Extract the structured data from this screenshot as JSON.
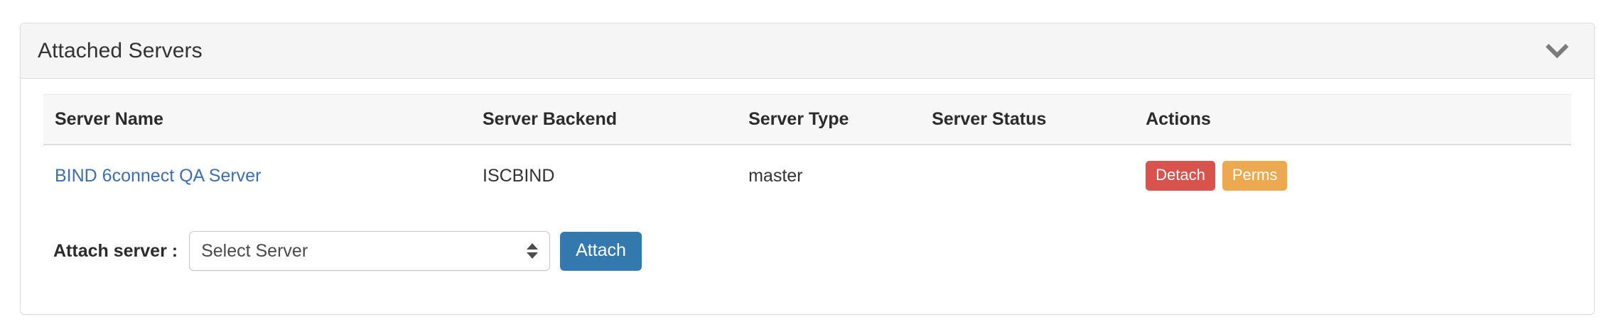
{
  "panel": {
    "title": "Attached Servers",
    "toggle_icon": "chevron-down-icon"
  },
  "table": {
    "columns": [
      "Server Name",
      "Server Backend",
      "Server Type",
      "Server Status",
      "Actions"
    ],
    "rows": [
      {
        "server_name": "BIND 6connect QA Server",
        "server_backend": "ISCBIND",
        "server_type": "master",
        "server_status": "",
        "actions": [
          {
            "label": "Detach",
            "style": "danger"
          },
          {
            "label": "Perms",
            "style": "warning"
          }
        ]
      }
    ]
  },
  "attach_form": {
    "label": "Attach server :",
    "select_value": "Select Server",
    "submit_label": "Attach"
  },
  "colors": {
    "link": "#3c6eb4",
    "detach": "#d8534e",
    "perms": "#eda94f",
    "attach": "#3479ae",
    "panel_header_bg": "#f5f5f5",
    "table_header_bg": "#f7f7f7",
    "border": "#dddddd"
  }
}
